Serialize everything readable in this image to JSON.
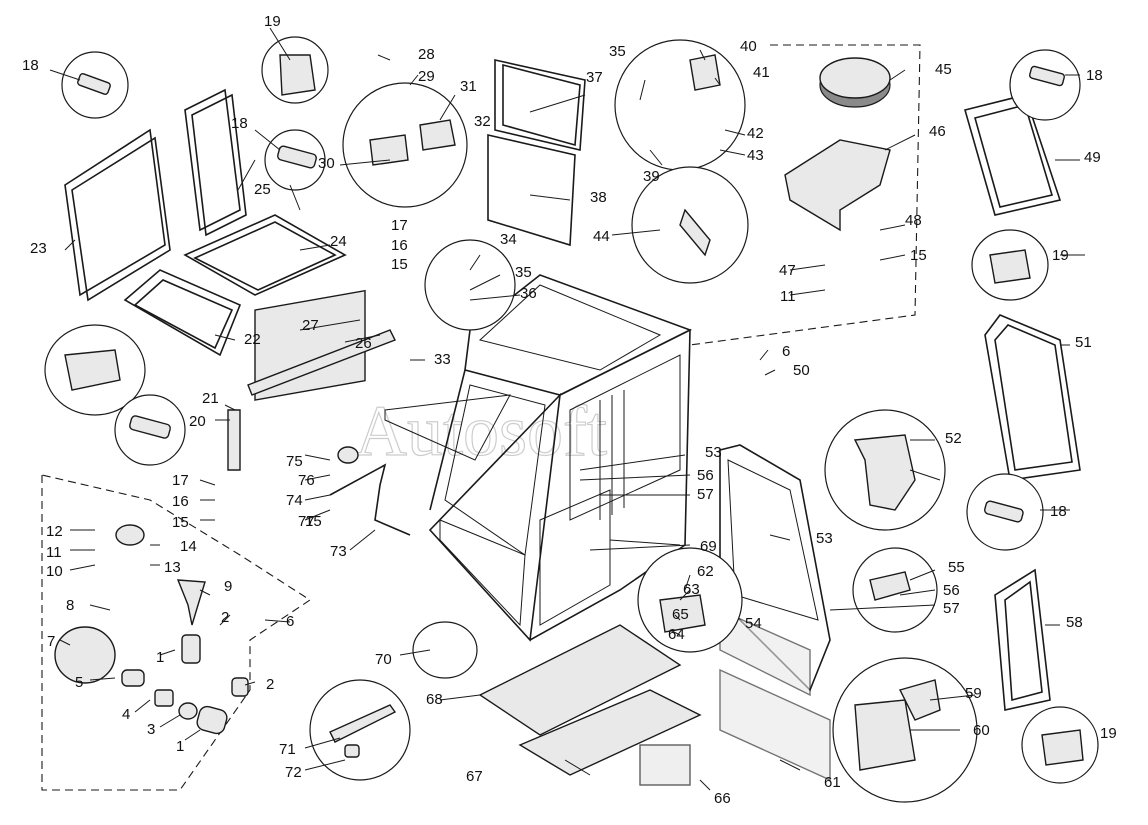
{
  "watermark": "Autosoft",
  "labels": [
    "1",
    "1",
    "2",
    "2",
    "3",
    "4",
    "5",
    "6",
    "6",
    "7",
    "8",
    "9",
    "10",
    "11",
    "11",
    "12",
    "13",
    "14",
    "15",
    "15",
    "15",
    "15",
    "16",
    "16",
    "17",
    "17",
    "18",
    "18",
    "18",
    "18",
    "19",
    "19",
    "19",
    "20",
    "21",
    "22",
    "23",
    "24",
    "25",
    "26",
    "27",
    "28",
    "29",
    "30",
    "31",
    "32",
    "33",
    "34",
    "35",
    "35",
    "36",
    "37",
    "38",
    "39",
    "40",
    "41",
    "42",
    "43",
    "44",
    "45",
    "46",
    "47",
    "48",
    "49",
    "50",
    "51",
    "52",
    "53",
    "53",
    "54",
    "55",
    "56",
    "56",
    "57",
    "57",
    "58",
    "59",
    "60",
    "61",
    "62",
    "63",
    "64",
    "65",
    "66",
    "67",
    "68",
    "69",
    "70",
    "71",
    "72",
    "73",
    "74",
    "75",
    "76",
    "77"
  ]
}
